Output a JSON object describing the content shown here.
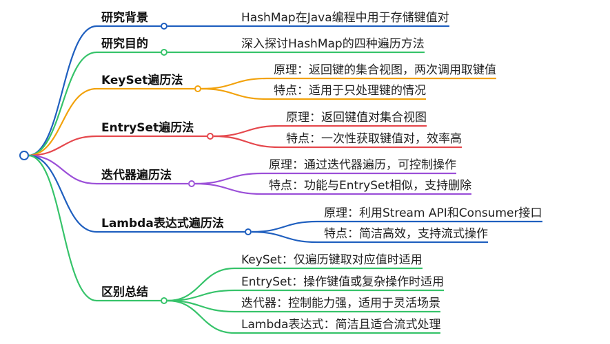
{
  "mindmap": {
    "colors": {
      "blue": "#1f5fbf",
      "green": "#36c36a",
      "orange": "#f2a20c",
      "red": "#e5484d",
      "purple": "#9b4fd8"
    },
    "branches": [
      {
        "label": "研究背景",
        "color": "blue",
        "children": [
          "HashMap在Java编程中用于存储键值对"
        ]
      },
      {
        "label": "研究目的",
        "color": "green",
        "children": [
          "深入探讨HashMap的四种遍历方法"
        ]
      },
      {
        "label": "KeySet遍历法",
        "color": "orange",
        "children": [
          "原理：返回键的集合视图，两次调用取键值",
          "特点：适用于只处理键的情况"
        ]
      },
      {
        "label": "EntrySet遍历法",
        "color": "red",
        "children": [
          "原理：返回键值对集合视图",
          "特点：一次性获取键值对，效率高"
        ]
      },
      {
        "label": "迭代器遍历法",
        "color": "purple",
        "children": [
          "原理：通过迭代器遍历，可控制操作",
          "特点：功能与EntrySet相似，支持删除"
        ]
      },
      {
        "label": "Lambda表达式遍历法",
        "color": "blue",
        "children": [
          "原理：利用Stream API和Consumer接口",
          "特点：简洁高效，支持流式操作"
        ]
      },
      {
        "label": "区别总结",
        "color": "green",
        "children": [
          "KeySet：仅遍历键取对应值时适用",
          "EntrySet：操作键值或复杂操作时适用",
          "迭代器：控制能力强，适用于灵活场景",
          "Lambda表达式：简洁且适合流式处理"
        ]
      }
    ]
  }
}
